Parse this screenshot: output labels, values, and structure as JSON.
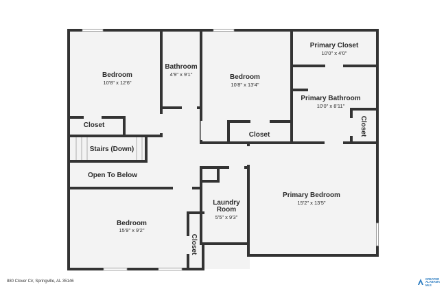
{
  "rooms": {
    "bedroom_top_left": {
      "name": "Bedroom",
      "dims": "10'8\" x 12'6\""
    },
    "bathroom": {
      "name": "Bathroom",
      "dims": "4'9\" x 9'1\""
    },
    "bedroom_top_mid": {
      "name": "Bedroom",
      "dims": "10'8\" x 13'4\""
    },
    "primary_closet": {
      "name": "Primary Closet",
      "dims": "10'0\" x 4'0\""
    },
    "primary_bathroom": {
      "name": "Primary Bathroom",
      "dims": "10'0\" x 8'11\""
    },
    "closet_left": {
      "name": "Closet"
    },
    "closet_mid": {
      "name": "Closet"
    },
    "closet_primary_bath": {
      "name": "Closet"
    },
    "stairs": {
      "name": "Stairs (Down)"
    },
    "open_to_below": {
      "name": "Open To Below"
    },
    "primary_bedroom": {
      "name": "Primary Bedroom",
      "dims": "15'2\" x 13'5\""
    },
    "laundry": {
      "name": "Laundry Room",
      "name_line1": "Laundry",
      "name_line2": "Room",
      "dims": "5'5\" x 9'3\""
    },
    "bedroom_bottom_left": {
      "name": "Bedroom",
      "dims": "15'9\" x 9'2\""
    },
    "closet_bottom": {
      "name": "Closet"
    }
  },
  "footer": {
    "address": "880 Clover Cir, Springville, AL 35146"
  },
  "logo": {
    "line1": "GREATER",
    "line2": "ALABAMA",
    "line3": "MLS"
  },
  "colors": {
    "wall": "#333333",
    "floor": "#f3f3f3",
    "window": "#d9d9d9",
    "logo_blue": "#2a7bc0"
  }
}
